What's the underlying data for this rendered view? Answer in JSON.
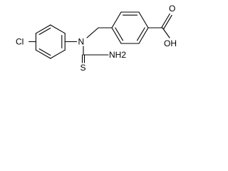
{
  "structure": {
    "atoms": {
      "chlorine": "Cl",
      "amine_nitrogen": "N",
      "thio_sulfur": "S",
      "amide_group": "NH2",
      "hydroxyl": "OH",
      "carbonyl_oxygen": "O"
    }
  }
}
